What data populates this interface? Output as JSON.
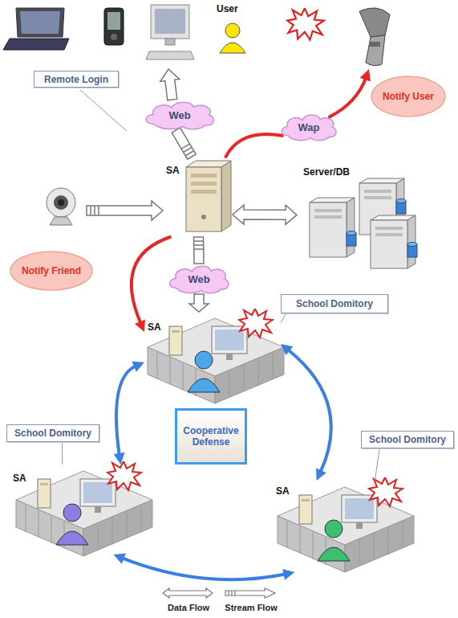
{
  "diagram": {
    "nodes": [
      {
        "text": [
          "User"
        ]
      },
      {
        "text": [
          "Remote Login"
        ]
      },
      {
        "text": [
          "Web"
        ]
      },
      {
        "text": [
          "Wap"
        ]
      },
      {
        "text": [
          "Notify User"
        ]
      },
      {
        "text": [
          "SA"
        ]
      },
      {
        "text": [
          "Server/DB"
        ]
      },
      {
        "text": [
          "Notify Friend"
        ]
      },
      {
        "text": [
          "Web"
        ]
      },
      {
        "text": [
          "School Domitory"
        ]
      },
      {
        "text": [
          "SA"
        ]
      },
      {
        "text": [
          "School Domitory"
        ]
      },
      {
        "text": [
          "SA"
        ]
      },
      {
        "text": [
          "School Domitory"
        ]
      },
      {
        "text": [
          "SA"
        ]
      },
      {
        "text": [
          "Cooperative Defense"
        ]
      }
    ],
    "edges": [
      {
        "from": 5,
        "to": 2,
        "arrow": "none"
      },
      {
        "from": 2,
        "to": 0,
        "arrow": "to"
      },
      {
        "from": 5,
        "to": 3,
        "arrow": "none"
      },
      {
        "from": 3,
        "to": 0,
        "arrow": "to"
      },
      {
        "from": 5,
        "to": 6,
        "arrow": "both"
      },
      {
        "from": 5,
        "to": 8,
        "arrow": "none"
      },
      {
        "from": 8,
        "to": 10,
        "arrow": "to"
      },
      {
        "from": 5,
        "to": 10,
        "arrow": "to"
      },
      {
        "from": 10,
        "to": 12,
        "arrow": "both"
      },
      {
        "from": 12,
        "to": 14,
        "arrow": "both"
      },
      {
        "from": 14,
        "to": 10,
        "arrow": "both"
      },
      {
        "from": 9,
        "to": 10,
        "arrow": "none"
      },
      {
        "from": 11,
        "to": 12,
        "arrow": "none"
      },
      {
        "from": 13,
        "to": 14,
        "arrow": "none"
      }
    ],
    "legend": [
      {
        "text": "Data Flow"
      },
      {
        "text": "Stream Flow"
      }
    ]
  }
}
